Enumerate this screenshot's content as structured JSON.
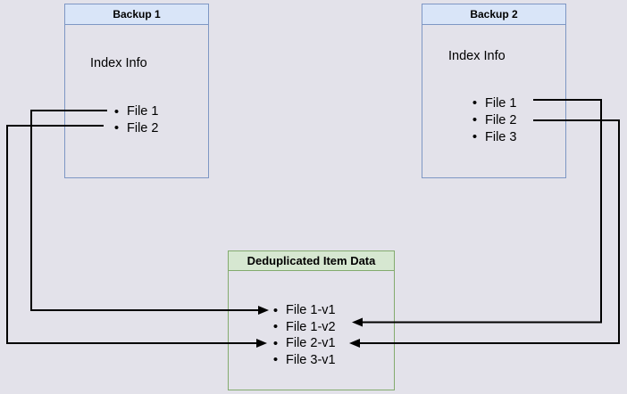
{
  "backup1": {
    "title": "Backup 1",
    "info_label": "Index Info",
    "files": [
      "File 1",
      "File 2"
    ]
  },
  "backup2": {
    "title": "Backup 2",
    "info_label": "Index Info",
    "files": [
      "File 1",
      "File 2",
      "File 3"
    ]
  },
  "dedup": {
    "title": "Deduplicated Item Data",
    "items": [
      "File 1-v1",
      "File 1-v2",
      "File 2-v1",
      "File 3-v1"
    ]
  },
  "connections": [
    {
      "from": "Backup 1 / File 1",
      "to": "File 1-v1"
    },
    {
      "from": "Backup 1 / File 2",
      "to": "File 2-v1"
    },
    {
      "from": "Backup 2 / File 1",
      "to": "File 1-v2"
    },
    {
      "from": "Backup 2 / File 2",
      "to": "File 2-v1"
    }
  ],
  "colors": {
    "background": "#e3e2ea",
    "backup_header_fill": "#d9e5f8",
    "backup_border": "#7e97c4",
    "dedup_header_fill": "#d6e7d1",
    "dedup_border": "#83ab6e",
    "arrow": "#000000"
  }
}
